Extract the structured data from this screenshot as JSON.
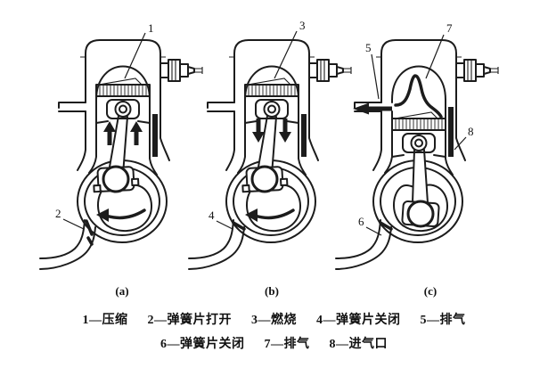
{
  "figure": {
    "panels": [
      {
        "caption": "(a)",
        "top_callout": "1",
        "valve_callout": "2"
      },
      {
        "caption": "(b)",
        "top_callout": "3",
        "valve_callout": "4"
      },
      {
        "caption": "(c)",
        "top_callout": "7",
        "valve_callout": "6",
        "exhaust_callout": "5",
        "intake_callout": "8"
      }
    ],
    "legend": {
      "line1": [
        "1—压缩",
        "2—弹簧片打开",
        "3—燃烧",
        "4—弹簧片关闭",
        "5—排气"
      ],
      "line2": [
        "6—弹簧片关闭",
        "7—排气",
        "8—进气口"
      ]
    }
  }
}
